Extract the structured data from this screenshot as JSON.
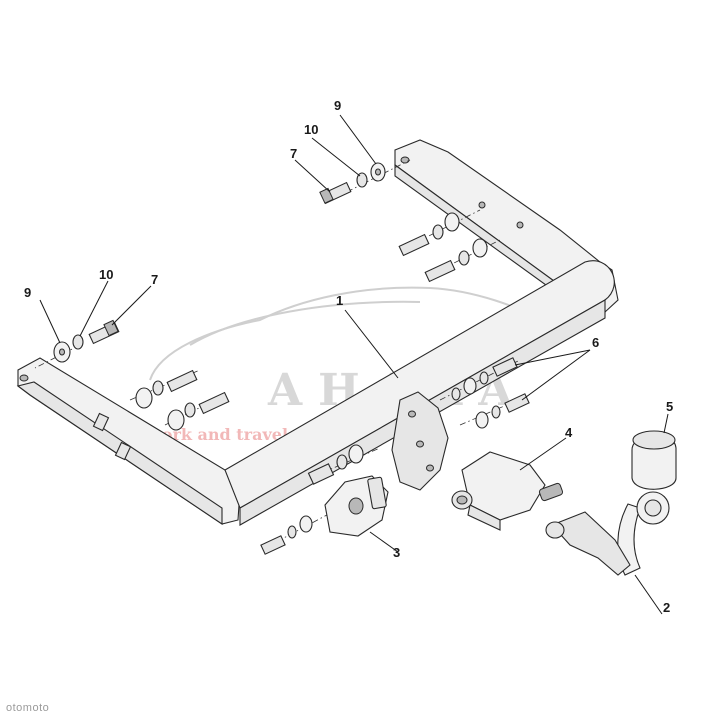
{
  "callouts": {
    "c1": "1",
    "c2": "2",
    "c3": "3",
    "c4": "4",
    "c5": "5",
    "c6": "6",
    "c7_right": "7",
    "c9_right": "9",
    "c10_right": "10",
    "c7_left": "7",
    "c9_left": "9",
    "c10_left": "10"
  },
  "watermark": {
    "brand": "AHARA",
    "slogan": "work and travel"
  },
  "footer": {
    "source": "otomoto"
  },
  "colors": {
    "watermark_text": "#d8d8d8",
    "watermark_slogan": "#f2b8b8",
    "line": "#1a1a1a"
  }
}
